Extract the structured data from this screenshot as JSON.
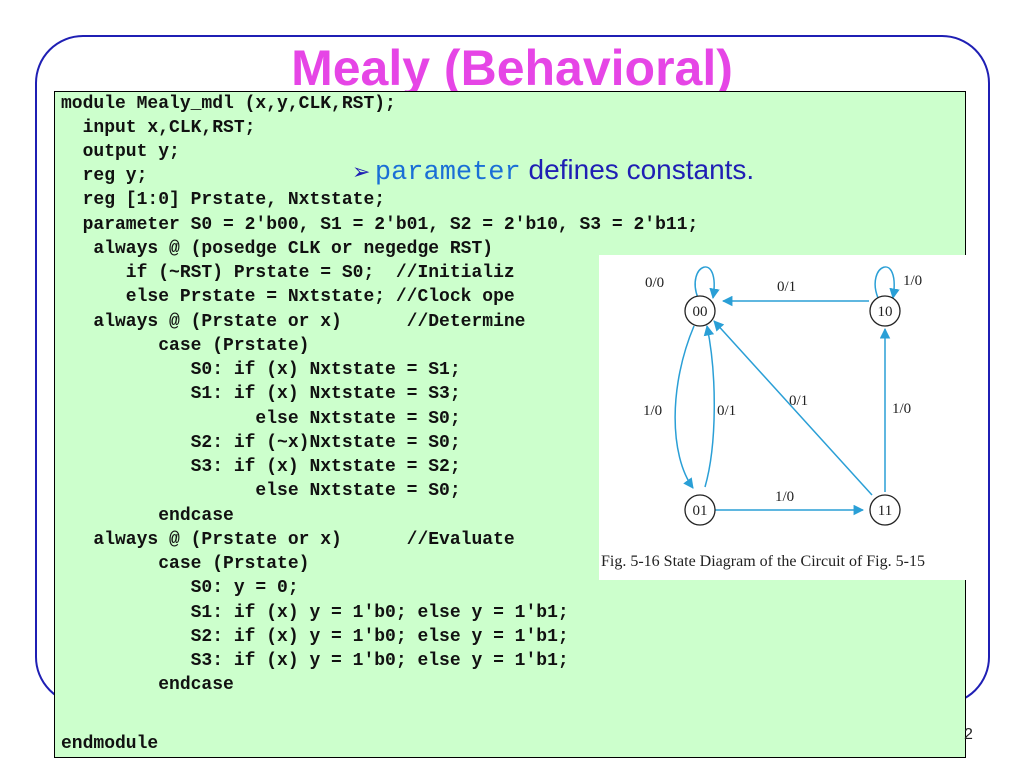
{
  "title": "Mealy (Behavioral)",
  "code_lines": [
    "module Mealy_mdl (x,y,CLK,RST);",
    "  input x,CLK,RST;",
    "  output y;",
    "  reg y;",
    "  reg [1:0] Prstate, Nxtstate;",
    "  parameter S0 = 2'b00, S1 = 2'b01, S2 = 2'b10, S3 = 2'b11;",
    "   always @ (posedge CLK or negedge RST)",
    "      if (~RST) Prstate = S0;  //Initializ",
    "      else Prstate = Nxtstate; //Clock ope",
    "   always @ (Prstate or x)      //Determine",
    "         case (Prstate)",
    "            S0: if (x) Nxtstate = S1;",
    "            S1: if (x) Nxtstate = S3;",
    "                  else Nxtstate = S0;",
    "            S2: if (~x)Nxtstate = S0;",
    "            S3: if (x) Nxtstate = S2;",
    "                  else Nxtstate = S0;",
    "         endcase",
    "   always @ (Prstate or x)      //Evaluate",
    "         case (Prstate)",
    "            S0: y = 0;",
    "            S1: if (x) y = 1'b0; else y = 1'b1;",
    "            S2: if (x) y = 1'b0; else y = 1'b1;",
    "            S3: if (x) y = 1'b0; else y = 1'b1;",
    "         endcase",
    "endmodule"
  ],
  "bullet": {
    "marker": "➢",
    "code": "parameter",
    "text": " defines constants."
  },
  "diagram": {
    "states": [
      "00",
      "10",
      "01",
      "11"
    ],
    "transitions": [
      {
        "from": "00",
        "to": "00",
        "label": "0/0"
      },
      {
        "from": "10",
        "to": "10",
        "label": "1/0"
      },
      {
        "from": "10",
        "to": "00",
        "label": "0/1"
      },
      {
        "from": "00",
        "to": "01",
        "label": "1/0"
      },
      {
        "from": "01",
        "to": "00",
        "label": "0/1"
      },
      {
        "from": "11",
        "to": "00",
        "label": "0/1"
      },
      {
        "from": "11",
        "to": "10",
        "label": "1/0"
      },
      {
        "from": "01",
        "to": "11",
        "label": "1/0"
      }
    ],
    "caption": "Fig. 5-16  State Diagram of the Circuit of Fig. 5-15",
    "colors": {
      "arrow": "#2a9fd6",
      "node": "#222222"
    }
  },
  "page_number": "2",
  "colors": {
    "title": "#e645e6",
    "frame": "#1f1fb4",
    "code_background": "#ccffcc",
    "bullet_text": "#1f1fb4",
    "bullet_code": "#1a6fd6"
  }
}
